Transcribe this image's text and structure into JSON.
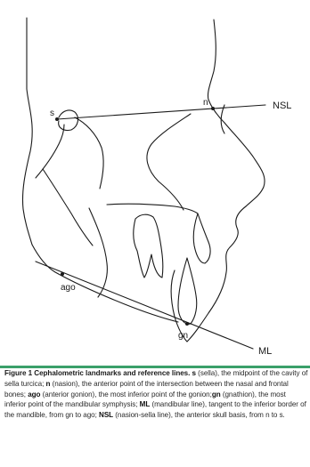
{
  "labels": {
    "sella": "s",
    "nasion": "n",
    "nsl": "NSL",
    "gonion": "ago",
    "gnathion": "gn",
    "ml": "ML"
  },
  "caption": {
    "title": "Figure 1 Cephalometric landmarks and reference lines.",
    "s_term": "s",
    "s_text": " (sella), the midpoint of the cavity of sella turcica; ",
    "n_term": "n",
    "n_text": " (nasion), the anterior point of the intersection between the nasal and frontal bones; ",
    "ago_term": "ago",
    "ago_text": " (anterior gonion), the most inferior point of the gonion;",
    "gn_term": "gn",
    "gn_text": " (gnathion), the most inferior point of the mandibular symphysis; ",
    "ml_term": "ML",
    "ml_text": " (mandibular line), tangent to the inferior border of the mandible, from gn to ago; ",
    "nsl_term": "NSL",
    "nsl_text": " (nasion-sella line), the anterior skull basis, from n to s."
  },
  "colors": {
    "accent_rule": "#3aa06a",
    "line": "#1a1a1a"
  }
}
